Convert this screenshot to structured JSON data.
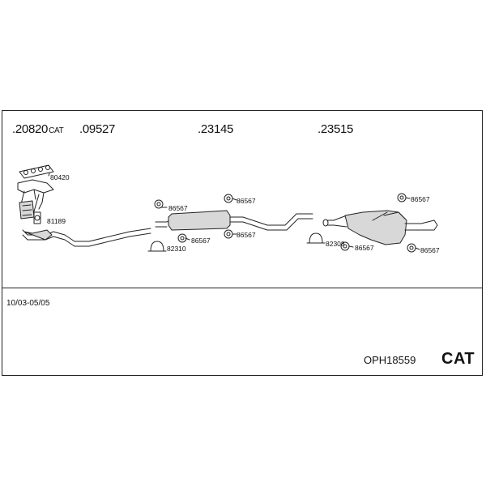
{
  "parts": [
    {
      "number": ".20820",
      "suffix": "CAT"
    },
    {
      "number": ".09527"
    },
    {
      "number": ".23145"
    },
    {
      "number": ".23515"
    }
  ],
  "refs": {
    "r80420": "80420",
    "r81189": "81189",
    "r86567a": "86567",
    "r86567b": "86567",
    "r86567c": "86567",
    "r86567d": "86567",
    "r82310": "82310",
    "r86567e": "86567",
    "r82308": "82308",
    "r86567f": "86567",
    "r86567g": "86567"
  },
  "date_range": "10/03-05/05",
  "code": "OPH18559",
  "cat_label": "CAT",
  "colors": {
    "line": "#222222",
    "fill": "#d8d8d8"
  }
}
